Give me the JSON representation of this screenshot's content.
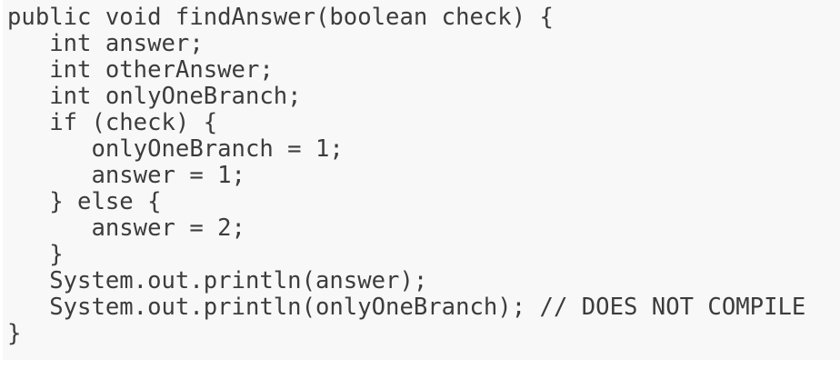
{
  "code_block": {
    "language": "java",
    "background_color": "#f8f8f8",
    "text_color": "#3c3c3c",
    "page_background_color": "#ffffff",
    "lines": [
      "public void findAnswer(boolean check) {",
      "   int answer;",
      "   int otherAnswer;",
      "   int onlyOneBranch;",
      "   if (check) {",
      "      onlyOneBranch = 1;",
      "      answer = 1;",
      "   } else {",
      "      answer = 2;",
      "   }",
      "   System.out.println(answer);",
      "   System.out.println(onlyOneBranch); // DOES NOT COMPILE",
      "}"
    ],
    "line_count": 13,
    "comment_text": "// DOES NOT COMPILE"
  }
}
